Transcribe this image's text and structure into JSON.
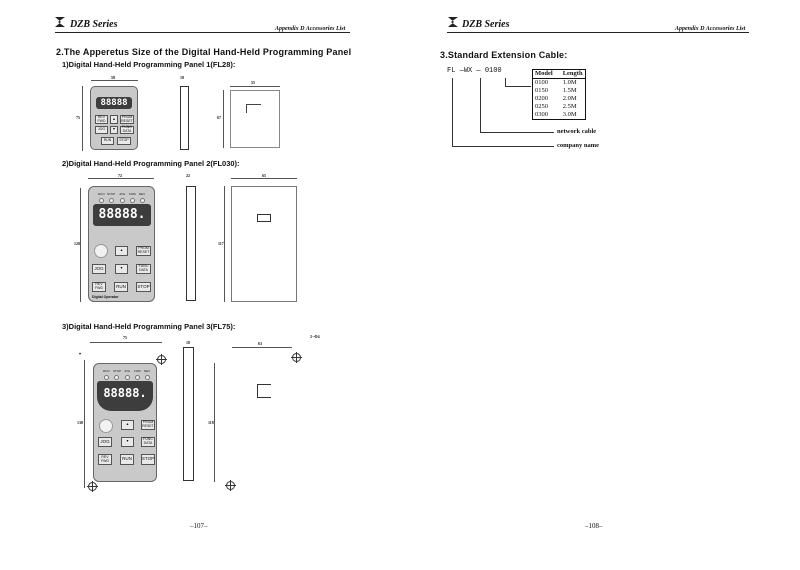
{
  "page_left": {
    "logo": "DZB Series",
    "header_right": "Appendix D Accessories List",
    "section_title": "2.The Apperetus Size of the Digital Hand-Held Programming Panel",
    "panel1": {
      "title": "1)Digital Hand-Held Programming Panel 1(FL28):",
      "dims": {
        "width": "58",
        "height": "75",
        "depth": "18",
        "back_width": "55",
        "back_height": "67"
      },
      "display": "88888",
      "buttons": [
        "REV FWD",
        "PRGM RESET",
        "JOG",
        "FUNC DATA",
        "RUN",
        "STOP"
      ]
    },
    "panel2": {
      "title": "2)Digital Hand-Held Programming Panel 2(FL030):",
      "dims": {
        "width": "72",
        "height": "120",
        "depth": "22",
        "back_width": "65",
        "back_height": "117"
      },
      "leds": [
        "RUN",
        "STOP",
        "JOG",
        "FWD",
        "REV"
      ],
      "display": "88888.",
      "buttons": [
        "PRGM RESET",
        "JOG",
        "FUNC DATA",
        "REV FWD",
        "RUN",
        "STOP"
      ],
      "caption": "Digital Operator"
    },
    "panel3": {
      "title": "3)Digital Hand-Held Programming Panel 3(FL75):",
      "dims": {
        "width": "75",
        "height": "130",
        "depth": "18",
        "back_width": "63",
        "back_height": "118",
        "hole": "2−Φ4"
      },
      "leds": [
        "RUN",
        "STOP",
        "JOG",
        "FWD",
        "REV"
      ],
      "display": "88888.",
      "buttons": [
        "PRGM RESET",
        "JOG",
        "FUNC DATA",
        "REV FWD",
        "RUN",
        "STOP"
      ]
    },
    "page_number": "–107–"
  },
  "page_right": {
    "logo": "DZB Series",
    "header_right": "Appendix D Accessories List",
    "section_title": "3.Standard Extension Cable:",
    "code": {
      "part1": "FL",
      "part2": "WX",
      "part3": "0100"
    },
    "table": {
      "headers": [
        "Model",
        "Length"
      ],
      "rows": [
        [
          "0100",
          "1.0M"
        ],
        [
          "0150",
          "1.5M"
        ],
        [
          "0200",
          "2.0M"
        ],
        [
          "0250",
          "2.5M"
        ],
        [
          "0300",
          "3.0M"
        ]
      ]
    },
    "label_network": "network cable",
    "label_company": "company name",
    "page_number": "–108–"
  }
}
